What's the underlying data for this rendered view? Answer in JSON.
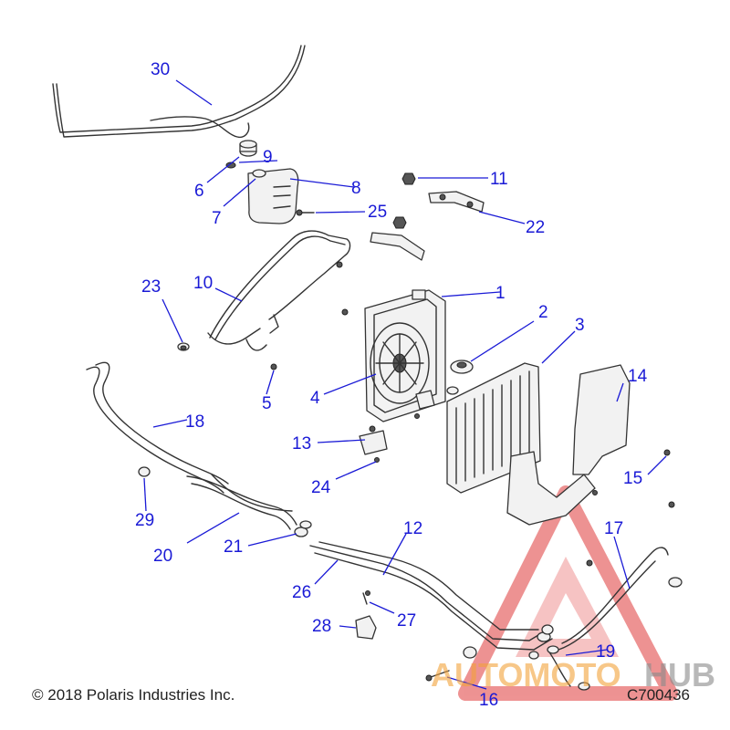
{
  "diagram": {
    "callouts": [
      {
        "id": "1",
        "label": "1"
      },
      {
        "id": "2",
        "label": "2"
      },
      {
        "id": "3",
        "label": "3"
      },
      {
        "id": "4",
        "label": "4"
      },
      {
        "id": "5",
        "label": "5"
      },
      {
        "id": "6",
        "label": "6"
      },
      {
        "id": "7",
        "label": "7"
      },
      {
        "id": "8",
        "label": "8"
      },
      {
        "id": "9",
        "label": "9"
      },
      {
        "id": "10",
        "label": "10"
      },
      {
        "id": "11",
        "label": "11"
      },
      {
        "id": "12",
        "label": "12"
      },
      {
        "id": "13",
        "label": "13"
      },
      {
        "id": "14",
        "label": "14"
      },
      {
        "id": "15",
        "label": "15"
      },
      {
        "id": "16",
        "label": "16"
      },
      {
        "id": "17",
        "label": "17"
      },
      {
        "id": "18",
        "label": "18"
      },
      {
        "id": "19",
        "label": "19"
      },
      {
        "id": "20",
        "label": "20"
      },
      {
        "id": "21",
        "label": "21"
      },
      {
        "id": "22",
        "label": "22"
      },
      {
        "id": "23",
        "label": "23"
      },
      {
        "id": "24",
        "label": "24"
      },
      {
        "id": "25",
        "label": "25"
      },
      {
        "id": "26",
        "label": "26"
      },
      {
        "id": "27",
        "label": "27"
      },
      {
        "id": "28",
        "label": "28"
      },
      {
        "id": "29",
        "label": "29"
      },
      {
        "id": "30",
        "label": "30"
      }
    ]
  },
  "footer": {
    "copyright": "© 2018 Polaris Industries Inc.",
    "drawing_number": "C700436"
  },
  "watermark": {
    "text_part1": "AUTOMOTO",
    "text_part2": "HUB"
  },
  "colors": {
    "callout": "#1a1ad6",
    "watermark_red": "#e03a3a",
    "watermark_orange": "#f2a23a",
    "watermark_gray": "#8a8a8a"
  }
}
